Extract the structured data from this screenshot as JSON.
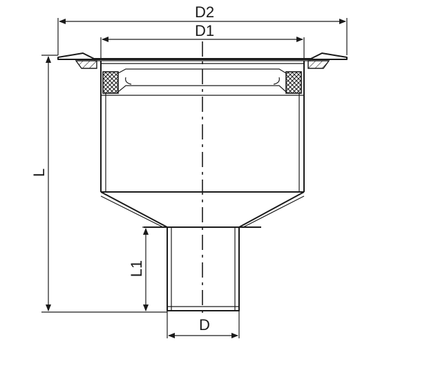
{
  "drawing": {
    "labels": {
      "d2": "D2",
      "d1": "D1",
      "l": "L",
      "l1": "L1",
      "d": "D"
    },
    "colors": {
      "line": "#1a1a1a",
      "background": "#ffffff"
    }
  }
}
